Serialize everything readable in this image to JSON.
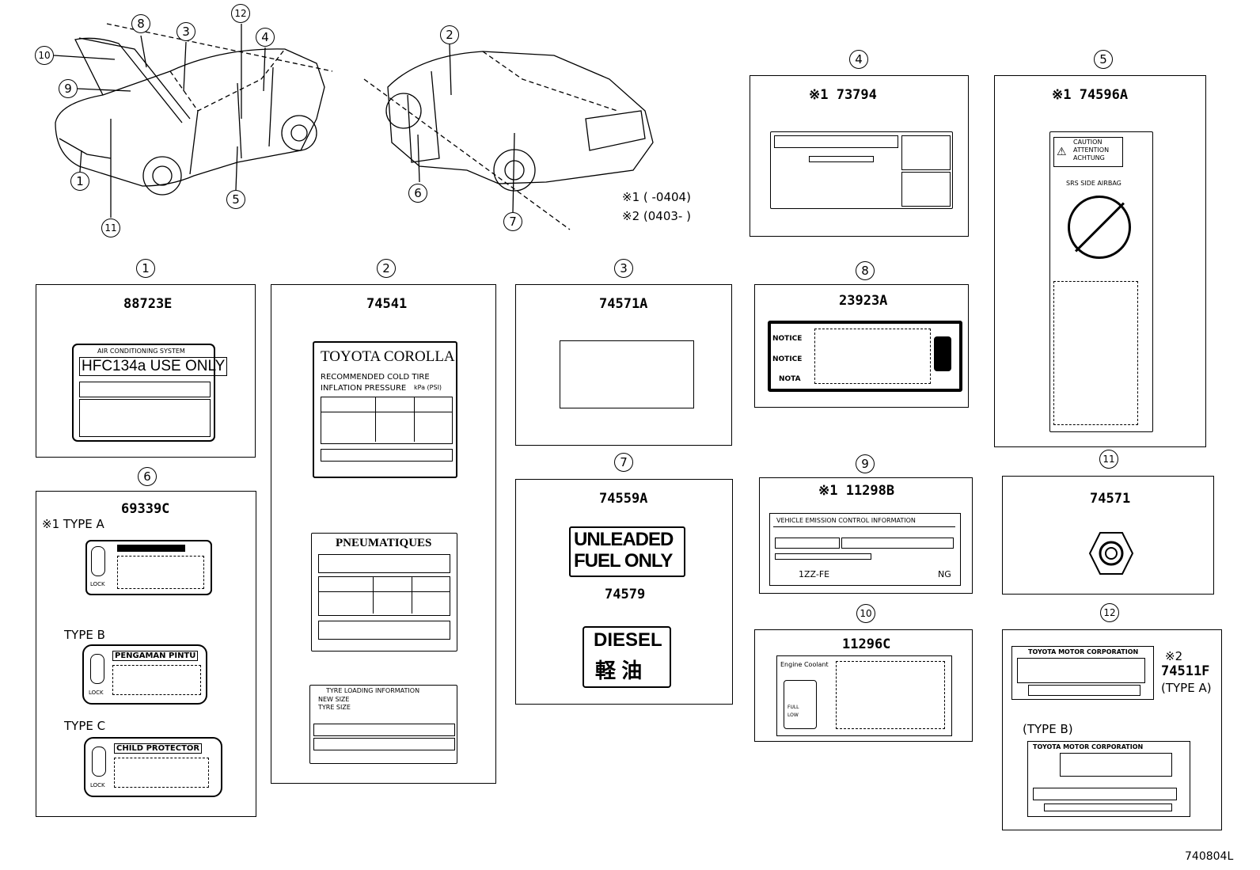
{
  "diagram_code": "740804L",
  "notes": {
    "n1": "※1 (        -0404)",
    "n2": "※2 (0403-        )"
  },
  "markers": [
    "1",
    "2",
    "3",
    "4",
    "5",
    "6",
    "7",
    "8",
    "9",
    "10",
    "11",
    "12"
  ],
  "parts": {
    "p1": {
      "marker": "1",
      "number": "88723E",
      "header": "AIR CONDITIONING SYSTEM",
      "text": "HFC134a USE ONLY"
    },
    "p2": {
      "marker": "2",
      "number": "74541",
      "title": "TOYOTA COROLLA",
      "line1": "RECOMMENDED COLD TIRE",
      "line2": "INFLATION PRESSURE",
      "unit": "kPa (PSI)",
      "alt_title": "PNEUMATIQUES",
      "alt2_header": "TYRE LOADING INFORMATION",
      "row1": "NEW  SIZE",
      "row2": "TYRE  SIZE"
    },
    "p3": {
      "marker": "3",
      "number": "74571A"
    },
    "p4": {
      "marker": "4",
      "number": "※1 73794"
    },
    "p5": {
      "marker": "5",
      "number": "※1 74596A",
      "caution": "CAUTION",
      "attention": "ATTENTION",
      "achtung": "ACHTUNG",
      "sub": "SRS SIDE AIRBAG"
    },
    "p6": {
      "marker": "6",
      "number": "69339C",
      "type_a": "※1 TYPE A",
      "type_b": "TYPE B",
      "type_c": "TYPE C",
      "lock": "LOCK",
      "b_text": "PENGAMAN PINTU",
      "c_text": "CHILD PROTECTOR"
    },
    "p7": {
      "marker": "7",
      "number_a": "74559A",
      "text_a1": "UNLEADED",
      "text_a2": "FUEL ONLY",
      "number_b": "74579",
      "text_b1": "DIESEL",
      "text_b2": "軽 油"
    },
    "p8": {
      "marker": "8",
      "number": "23923A",
      "n1": "NOTICE",
      "n2": "NOTICE",
      "n3": "NOTA"
    },
    "p9": {
      "marker": "9",
      "number": "※1 11298B",
      "header": "VEHICLE EMISSION CONTROL INFORMATION",
      "engine": "1ZZ-FE",
      "code": "NG"
    },
    "p10": {
      "marker": "10",
      "number": "11296C",
      "label": "Engine Coolant",
      "full": "FULL",
      "low": "LOW"
    },
    "p11": {
      "marker": "11",
      "number": "74571"
    },
    "p12": {
      "marker": "12",
      "note": "※2",
      "number": "74511F",
      "type_a": "(TYPE A)",
      "type_b": "(TYPE B)",
      "maker": "TOYOTA MOTOR CORPORATION"
    }
  }
}
